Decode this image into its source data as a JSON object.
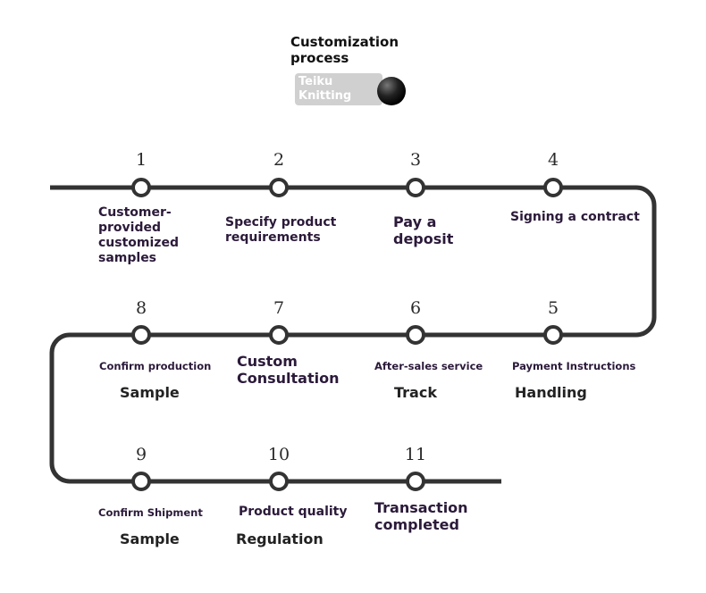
{
  "title": "Customization process",
  "logo": {
    "text": "Teiku Knitting"
  },
  "colors": {
    "track": "#333333",
    "node_fill": "#ffffff",
    "label": "#2b1a3a"
  },
  "steps": [
    {
      "num": "1",
      "label": "Customer-provided customized samples",
      "sub": ""
    },
    {
      "num": "2",
      "label": "Specify product requirements",
      "sub": ""
    },
    {
      "num": "3",
      "label": "Pay a deposit",
      "sub": ""
    },
    {
      "num": "4",
      "label": "Signing a contract",
      "sub": ""
    },
    {
      "num": "5",
      "label": "Payment Instructions",
      "sub": "Handling"
    },
    {
      "num": "6",
      "label": "After-sales service",
      "sub": "Track"
    },
    {
      "num": "7",
      "label": "Custom Consultation",
      "sub": ""
    },
    {
      "num": "8",
      "label": "Confirm production",
      "sub": "Sample"
    },
    {
      "num": "9",
      "label": "Confirm Shipment",
      "sub": "Sample"
    },
    {
      "num": "10",
      "label": "Product quality",
      "sub": "Regulation"
    },
    {
      "num": "11",
      "label": "Transaction completed",
      "sub": ""
    }
  ]
}
